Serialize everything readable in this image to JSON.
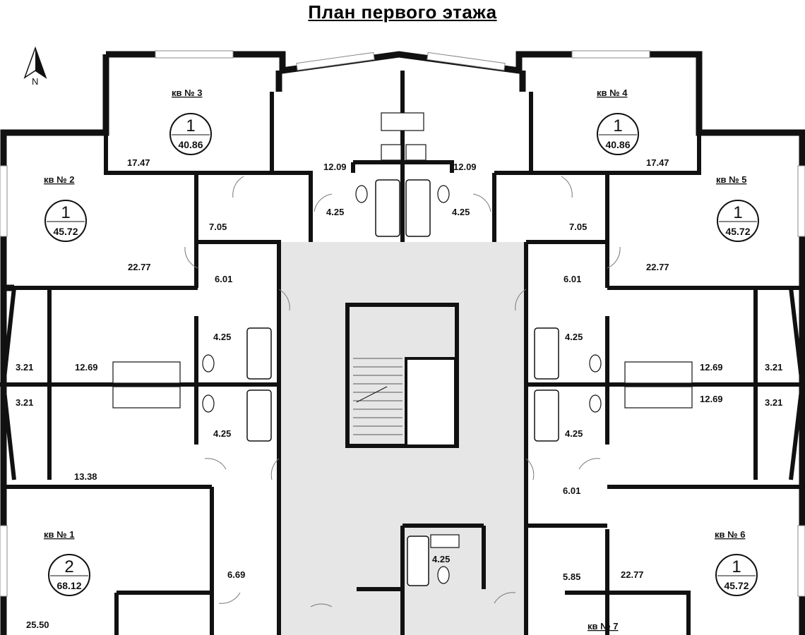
{
  "title": "План первого этажа",
  "north_label": "N",
  "apartments": [
    {
      "id": "kv1",
      "label": "кв № 1",
      "rooms": "2",
      "area": "68.12"
    },
    {
      "id": "kv2",
      "label": "кв № 2",
      "rooms": "1",
      "area": "45.72"
    },
    {
      "id": "kv3",
      "label": "кв № 3",
      "rooms": "1",
      "area": "40.86"
    },
    {
      "id": "kv4",
      "label": "кв № 4",
      "rooms": "1",
      "area": "40.86"
    },
    {
      "id": "kv5",
      "label": "кв № 5",
      "rooms": "1",
      "area": "45.72"
    },
    {
      "id": "kv6",
      "label": "кв № 6",
      "rooms": "1",
      "area": "45.72"
    },
    {
      "id": "kv7",
      "label": "кв № 7"
    }
  ],
  "room_areas": [
    "17.47",
    "12.09",
    "12.09",
    "17.47",
    "4.25",
    "4.25",
    "7.05",
    "7.05",
    "22.77",
    "6.01",
    "6.01",
    "22.77",
    "4.25",
    "4.25",
    "3.21",
    "12.69",
    "12.69",
    "3.21",
    "3.21",
    "3.21",
    "12.69",
    "4.25",
    "4.25",
    "13.38",
    "6.01",
    "4.25",
    "6.69",
    "5.85",
    "22.77",
    "25.50"
  ]
}
